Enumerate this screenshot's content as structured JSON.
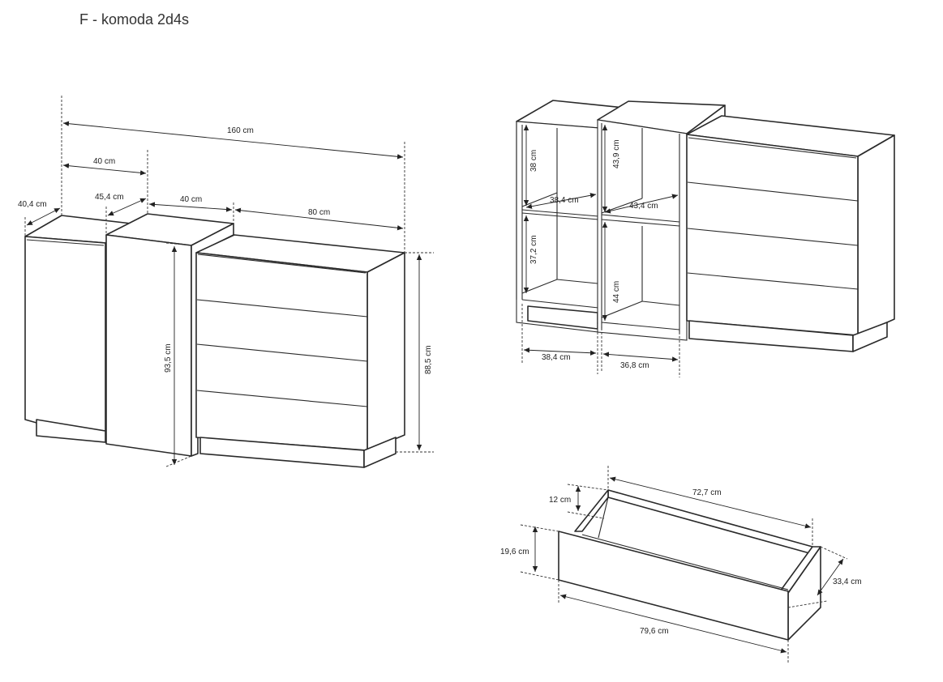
{
  "title": "F - komoda 2d4s",
  "dimensions": {
    "total_width": "160 cm",
    "cabinet1_width": "40 cm",
    "cabinet1_depth": "40,4 cm",
    "cabinet2_depth": "45,4 cm",
    "cabinet2_width": "40 cm",
    "chest_width": "80 cm",
    "tall_height": "93,5 cm",
    "chest_height": "88,5 cm",
    "shelf1_height_top": "38 cm",
    "shelf1_inner_width": "38,4 cm",
    "shelf1_height_bottom": "37,2 cm",
    "shelf2_height_top": "43,9 cm",
    "shelf2_inner_width": "43,4 cm",
    "shelf2_height_bottom": "44 cm",
    "bottom_width_1": "38,4 cm",
    "bottom_width_2": "36,8 cm",
    "drawer_inner_height": "12 cm",
    "drawer_inner_length": "72,7 cm",
    "drawer_front_height": "19,6 cm",
    "drawer_depth": "33,4 cm",
    "drawer_front_width": "79,6 cm"
  }
}
